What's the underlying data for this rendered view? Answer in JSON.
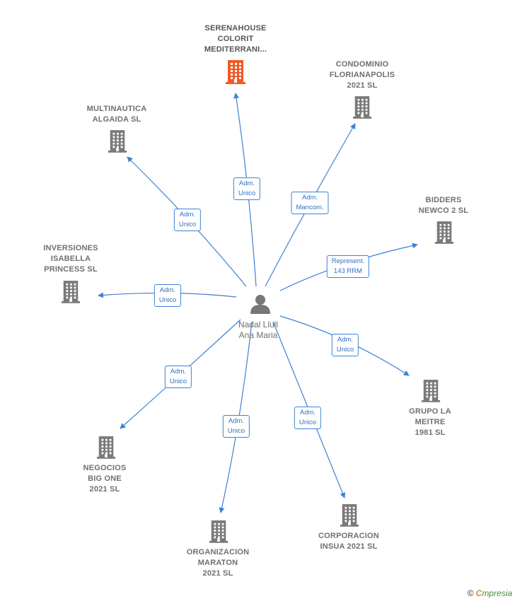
{
  "center": {
    "name": "Nadal Llull\nAna Maria"
  },
  "companies": [
    {
      "id": "serenahouse",
      "name": "SERENAHOUSE\nCOLORIT\nMEDITERRANI...",
      "highlight": true,
      "relation": "Adm.\nUnico"
    },
    {
      "id": "condominio",
      "name": "CONDOMINIO\nFLORIANAPOLIS\n2021  SL",
      "highlight": false,
      "relation": "Adm.\nMancom."
    },
    {
      "id": "multinautica",
      "name": "MULTINAUTICA\nALGAIDA  SL",
      "highlight": false,
      "relation": "Adm.\nUnico"
    },
    {
      "id": "bidders",
      "name": "BIDDERS\nNEWCO 2  SL",
      "highlight": false,
      "relation": "Represent.\n143 RRM"
    },
    {
      "id": "inversiones",
      "name": "INVERSIONES\nISABELLA\nPRINCESS  SL",
      "highlight": false,
      "relation": "Adm.\nUnico"
    },
    {
      "id": "grupo",
      "name": "GRUPO LA\nMEITRE\n1981  SL",
      "highlight": false,
      "relation": "Adm.\nUnico"
    },
    {
      "id": "negocios",
      "name": "NEGOCIOS\nBIG ONE\n2021  SL",
      "highlight": false,
      "relation": "Adm.\nUnico"
    },
    {
      "id": "corporacion",
      "name": "CORPORACION\nINSUA 2021  SL",
      "highlight": false,
      "relation": "Adm.\nUnico"
    },
    {
      "id": "organizacion",
      "name": "ORGANIZACION\nMARATON\n2021  SL",
      "highlight": false,
      "relation": "Adm.\nUnico"
    }
  ],
  "colors": {
    "edge": "#3b82d6",
    "building": "#7a7a7a",
    "highlight": "#f05a28",
    "person": "#777777"
  },
  "icons": {
    "company": "building-icon",
    "person": "person-icon"
  },
  "footer": {
    "copyright": "©",
    "brand_initial": "C",
    "brand_rest": "mpresia"
  }
}
